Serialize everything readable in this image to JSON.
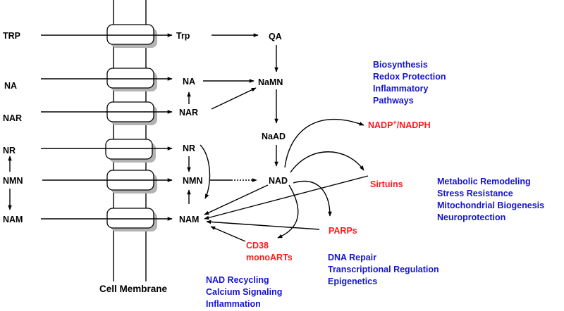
{
  "external_sources": [
    "TRP",
    "NA",
    "NAR",
    "NR",
    "NMN",
    "NAM"
  ],
  "intracellular": {
    "trp": "Trp",
    "qa": "QA",
    "na": "NA",
    "nar": "NAR",
    "namn": "NaMN",
    "naad": "NaAD",
    "nad": "NAD",
    "nr": "NR",
    "nmn": "NMN",
    "nam": "NAM"
  },
  "consumers": {
    "nadp_main": "NADP",
    "nadp_sup": "+",
    "nadp_tail": "/NADPH",
    "sirtuins": "Sirtuins",
    "parps": "PARPs",
    "cd38": [
      "CD38",
      "monoARTs"
    ]
  },
  "functions": {
    "nadp": [
      "Biosynthesis",
      "Redox Protection",
      "Inflammatory",
      "Pathways"
    ],
    "sirtuins": [
      "Metabolic Remodeling",
      "Stress Resistance",
      "Mitochondrial Biogenesis",
      "Neuroprotection"
    ],
    "parps": [
      "DNA Repair",
      "Transcriptional Regulation",
      "Epigenetics"
    ],
    "cd38": [
      "NAD Recycling",
      "Calcium Signaling",
      "Inflammation"
    ]
  },
  "membrane_label": "Cell Membrane",
  "colors": {
    "consumer": "#ff1a1a",
    "function": "#1414d2",
    "ink": "#000000"
  }
}
